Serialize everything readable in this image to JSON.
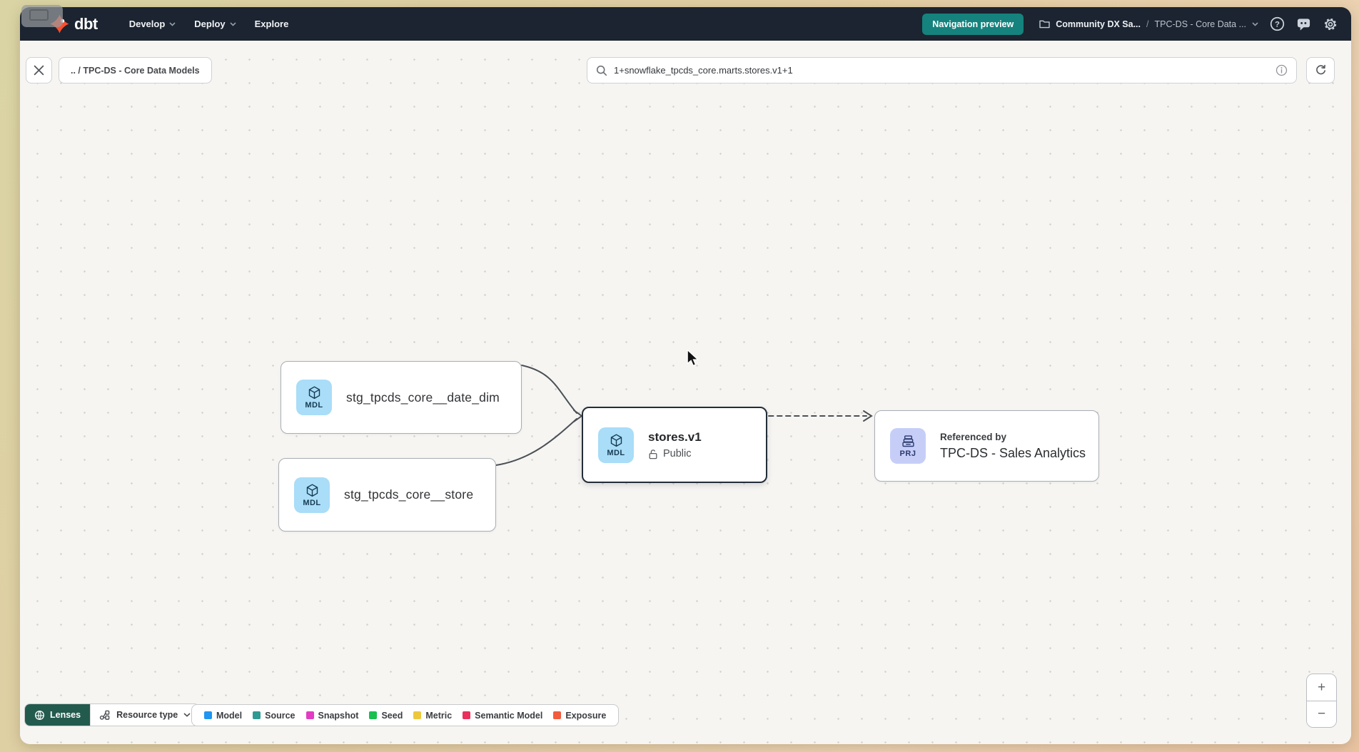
{
  "navbar": {
    "brand": "dbt",
    "menus": [
      {
        "label": "Develop"
      },
      {
        "label": "Deploy"
      },
      {
        "label": "Explore"
      }
    ],
    "preview_label": "Navigation preview",
    "breadcrumb": {
      "project": "Community DX Sa...",
      "separator": "/",
      "page": "TPC-DS - Core Data ..."
    }
  },
  "toolbar": {
    "breadcrumb_chip": ".. / TPC-DS - Core Data Models",
    "search_value": "1+snowflake_tpcds_core.marts.stores.v1+1"
  },
  "graph": {
    "nodes": [
      {
        "badge": "MDL",
        "label": "stg_tpcds_core__date_dim"
      },
      {
        "badge": "MDL",
        "label": "stg_tpcds_core__store"
      },
      {
        "badge": "MDL",
        "title": "stores.v1",
        "access": "Public",
        "selected": true
      },
      {
        "badge": "PRJ",
        "caption": "Referenced by",
        "name": "TPC-DS - Sales Analytics"
      }
    ]
  },
  "footer": {
    "lenses_label": "Lenses",
    "resource_type_label": "Resource type",
    "legend": [
      {
        "label": "Model",
        "color": "#2095f2"
      },
      {
        "label": "Source",
        "color": "#2f9a92"
      },
      {
        "label": "Snapshot",
        "color": "#e23cc3"
      },
      {
        "label": "Seed",
        "color": "#18bf4f"
      },
      {
        "label": "Metric",
        "color": "#edc83d"
      },
      {
        "label": "Semantic Model",
        "color": "#e9315c"
      },
      {
        "label": "Exposure",
        "color": "#f25b3d"
      }
    ]
  },
  "zoom": {
    "zoom_in": "+",
    "zoom_out": "−"
  },
  "colors": {
    "navbar_bg": "#1b2430",
    "accent_teal": "#15827d",
    "lenses_green": "#235a4e",
    "model_icon_bg": "#a9ddf8",
    "project_icon_bg": "#c6cef8",
    "edge": "#4a5056",
    "dbt_orange": "#ff4e2b"
  }
}
